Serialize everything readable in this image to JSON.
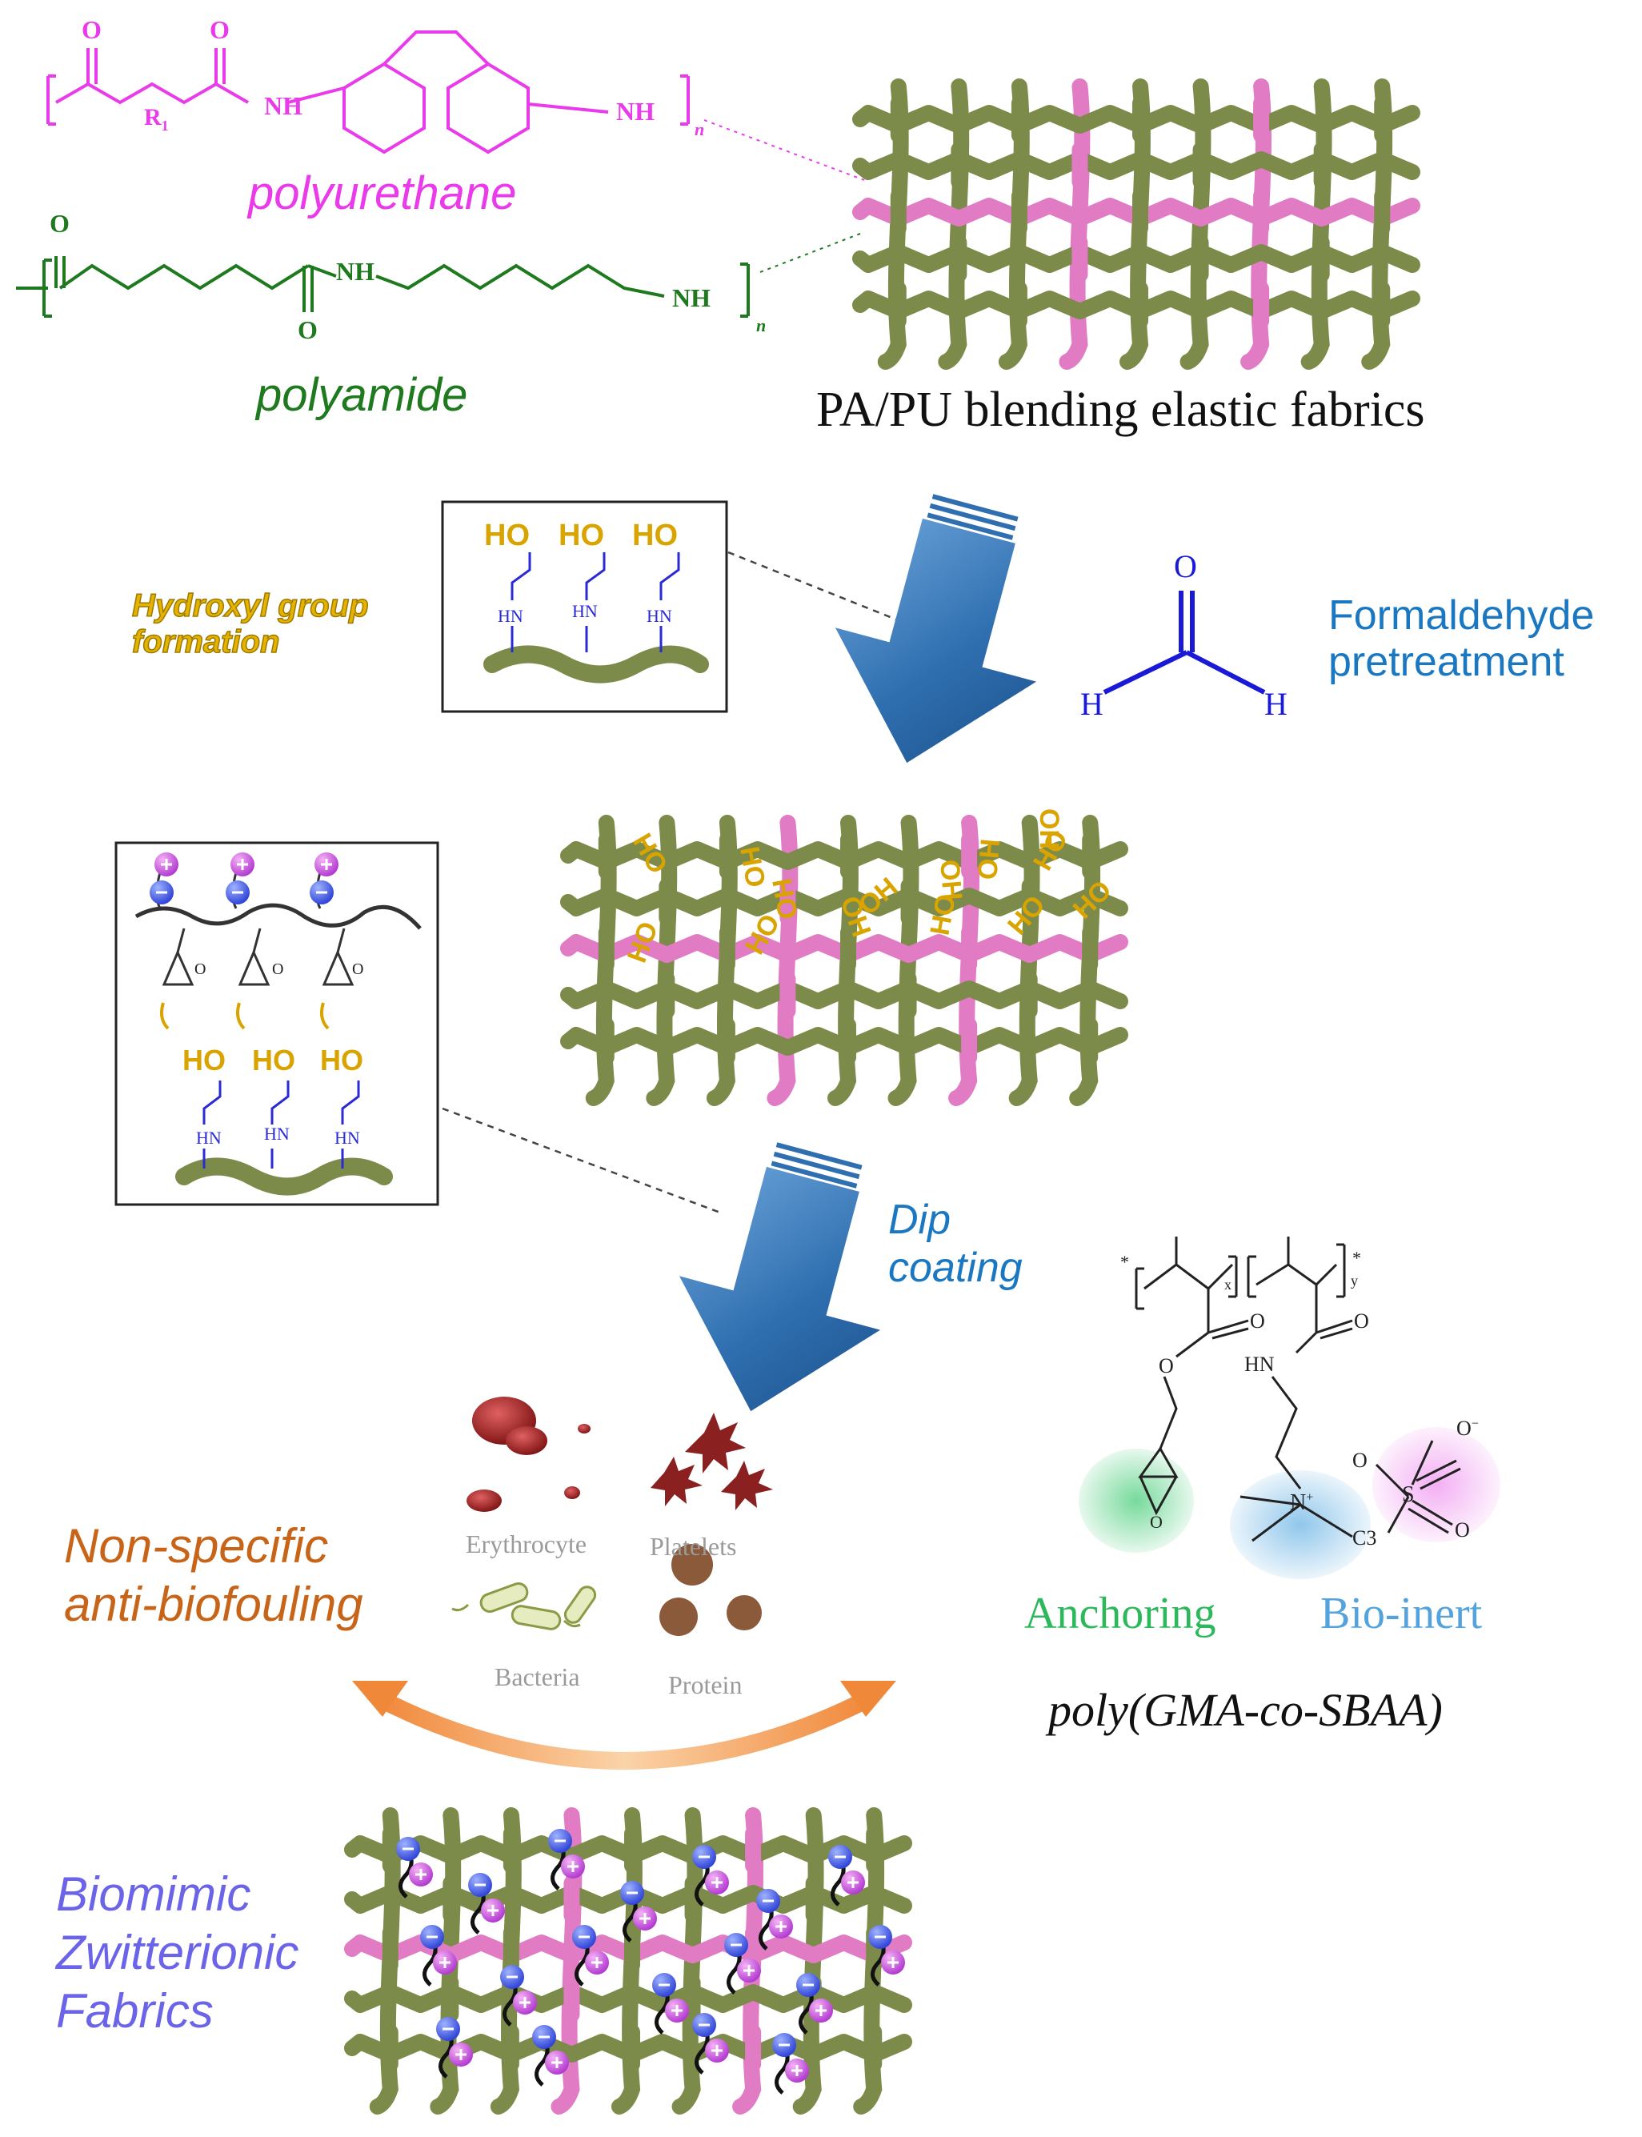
{
  "colors": {
    "pa_green": "#7d8b4a",
    "pu_pink": "#e07bc4",
    "polyurethane_magenta": "#ea3bea",
    "polyamide_green": "#1f7a1f",
    "hydroxyl_gold": "#d9a400",
    "formaldehyde_blue": "#1a78c2",
    "arrow_blue": "#2f6fb0",
    "anchoring_green": "#2eb85c",
    "bioinert_blue": "#55a3dd",
    "antifouling_orange": "#c86418",
    "zwitterion_purple": "#6b63e8"
  },
  "top": {
    "polyurethane_label": "polyurethane",
    "polyamide_label": "polyamide",
    "fabric_caption": "PA/PU blending elastic fabrics",
    "pu_structure": {
      "nh1": "NH",
      "nh2": "NH",
      "o1": "O",
      "o2": "O",
      "r": "R",
      "r_sub": "1",
      "n": "n"
    },
    "pa_structure": {
      "o_top": "O",
      "o_bottom": "O",
      "nh1": "NH",
      "nh2": "NH",
      "n": "n"
    }
  },
  "step1": {
    "hydroxyl_label_line1": "Hydroxyl group",
    "hydroxyl_label_line2": "formation",
    "inset_ho": [
      "HO",
      "HO",
      "HO"
    ],
    "inset_hn": [
      "HN",
      "HN",
      "HN"
    ],
    "formaldehyde_label_line1": "Formaldehyde",
    "formaldehyde_label_line2": "pretreatment",
    "formaldehyde_atoms": {
      "o": "O",
      "h1": "H",
      "h2": "H"
    }
  },
  "step2": {
    "inset_ho": [
      "HO",
      "HO",
      "HO"
    ],
    "inset_hn": [
      "HN",
      "HN",
      "HN"
    ],
    "inset_epoxide_o": [
      "O",
      "O",
      "O"
    ],
    "fabric_oh_labels": [
      "HO",
      "HO",
      "HO",
      "HO",
      "HO",
      "OH",
      "OH",
      "OH",
      "HO",
      "OH",
      "HO",
      "OH",
      "HO",
      "HO"
    ],
    "dip_label_line1": "Dip",
    "dip_label_line2": "coating"
  },
  "polymer": {
    "name": "poly(GMA-co-SBAA)",
    "anchoring_label": "Anchoring",
    "bioinert_label": "Bio-inert",
    "atoms": {
      "o1": "O",
      "o2": "O",
      "o_ester": "O",
      "hn": "HN",
      "n_plus": "N",
      "plus": "+",
      "c3": "C3",
      "s": "S",
      "so_o1": "O",
      "so_o2": "O",
      "o_minus": "O",
      "minus": "−",
      "x": "x",
      "y": "y",
      "o_ring": "O",
      "star_l": "*",
      "star_r": "*"
    }
  },
  "foulants": {
    "erythrocyte": "Erythrocyte",
    "platelets": "Platelets",
    "bacteria": "Bacteria",
    "protein": "Protein"
  },
  "bottom": {
    "antifouling_line1": "Non-specific",
    "antifouling_line2": "anti-biofouling",
    "zwitterionic_line1": "Biomimic",
    "zwitterionic_line2": "Zwitterionic",
    "zwitterionic_line3": "Fabrics"
  }
}
